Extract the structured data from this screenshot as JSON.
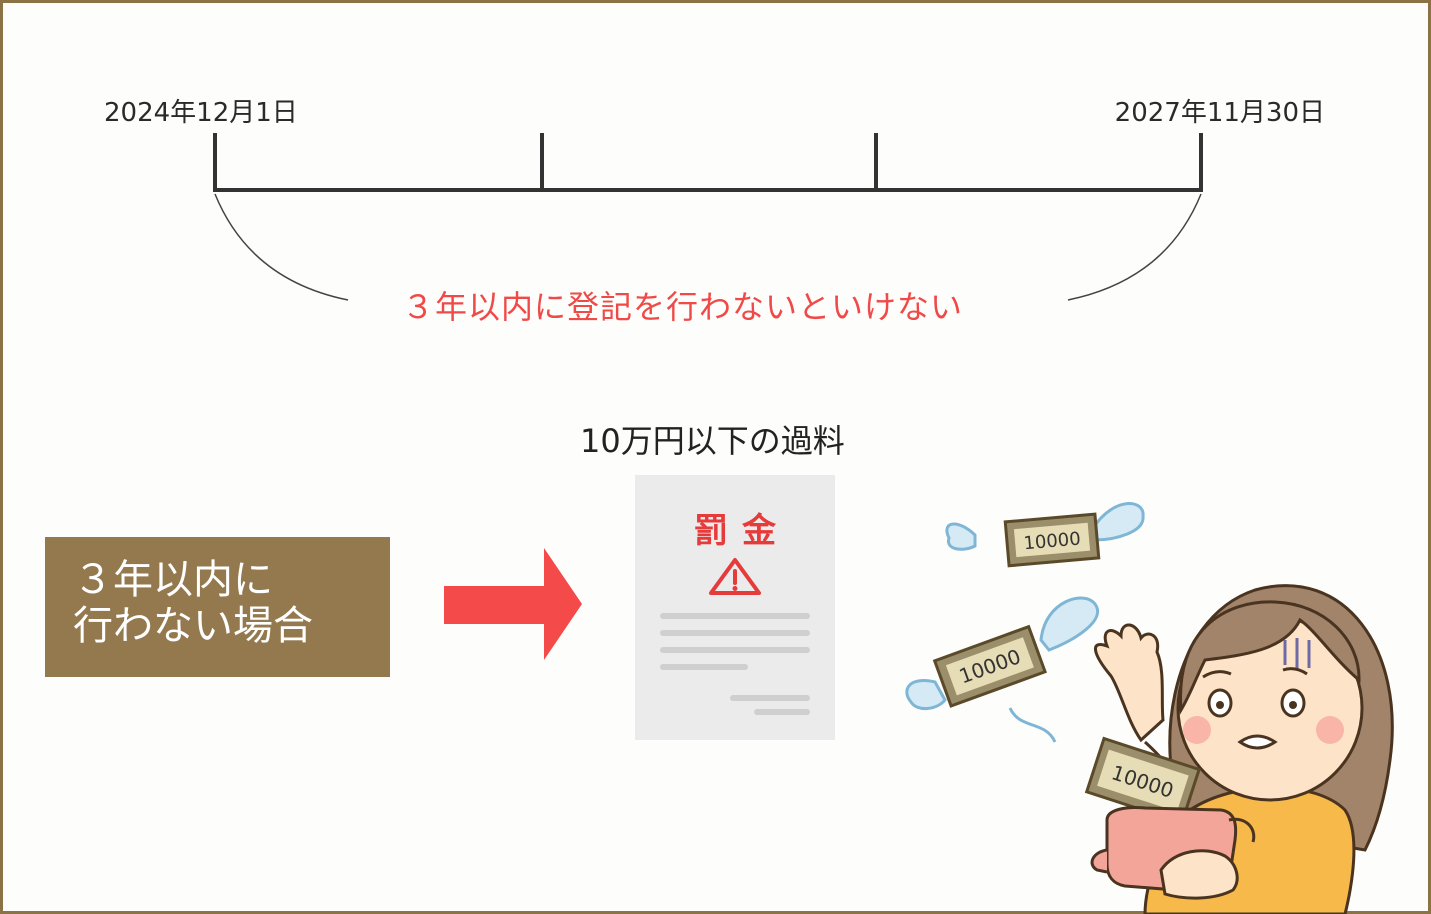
{
  "timeline": {
    "start_label": "2024年12月1日",
    "end_label": "2027年11月30日",
    "deadline_note": "３年以内に登記を行わないといけない"
  },
  "condition": {
    "line1": "３年以内に",
    "line2": "行わない場合"
  },
  "penalty": {
    "caption": "10万円以下の過料",
    "document_title": "罰金"
  },
  "banknotes": [
    "10000",
    "10000",
    "10000"
  ],
  "colors": {
    "frame": "#8b7346",
    "condition_box": "#94794f",
    "accent_red": "#f04a48",
    "document_bg": "#ebebeb"
  }
}
